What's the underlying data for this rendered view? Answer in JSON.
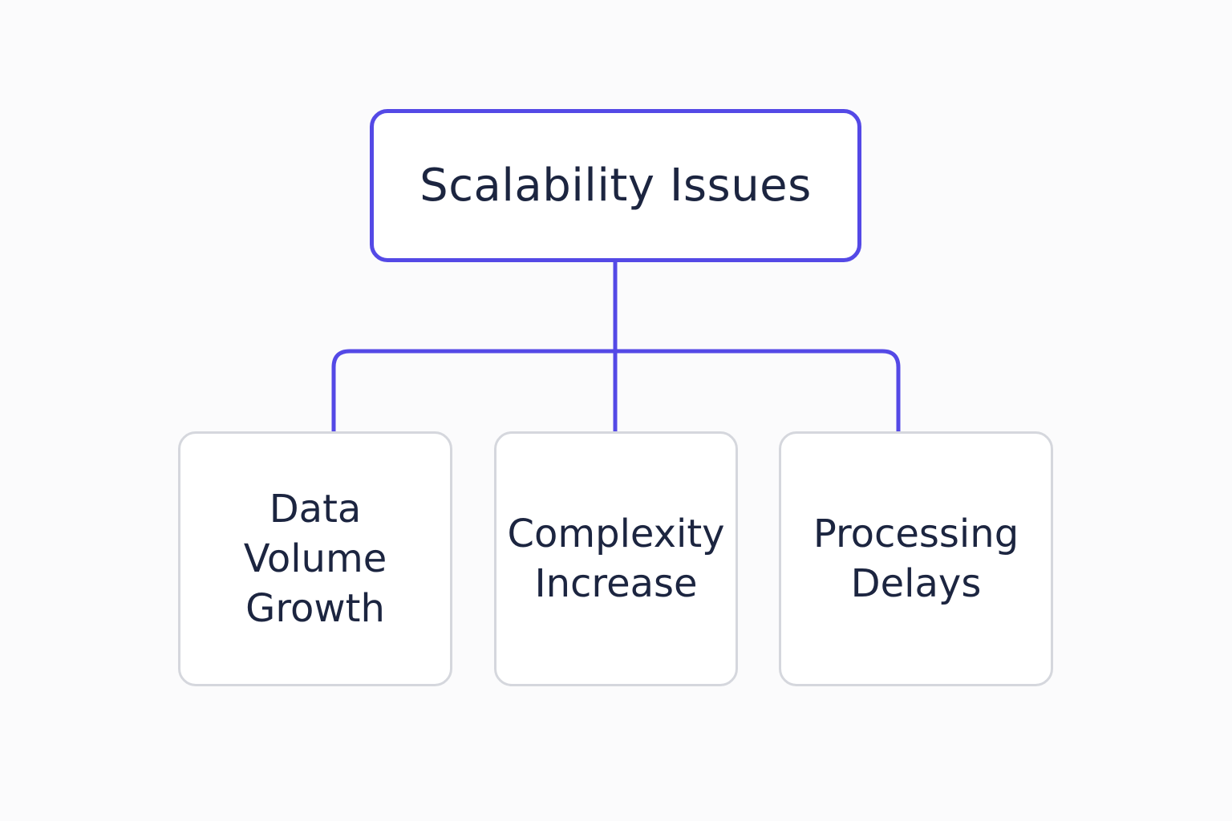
{
  "diagram": {
    "accent_color": "#5449e6",
    "child_border_color": "#d5d7dd",
    "text_color": "#1c2540",
    "root": {
      "label": "Scalability Issues"
    },
    "children": [
      {
        "label_lines": [
          "Data",
          "Volume",
          "Growth"
        ]
      },
      {
        "label_lines": [
          "Complexity",
          "Increase"
        ]
      },
      {
        "label_lines": [
          "Processing",
          "Delays"
        ]
      }
    ]
  }
}
